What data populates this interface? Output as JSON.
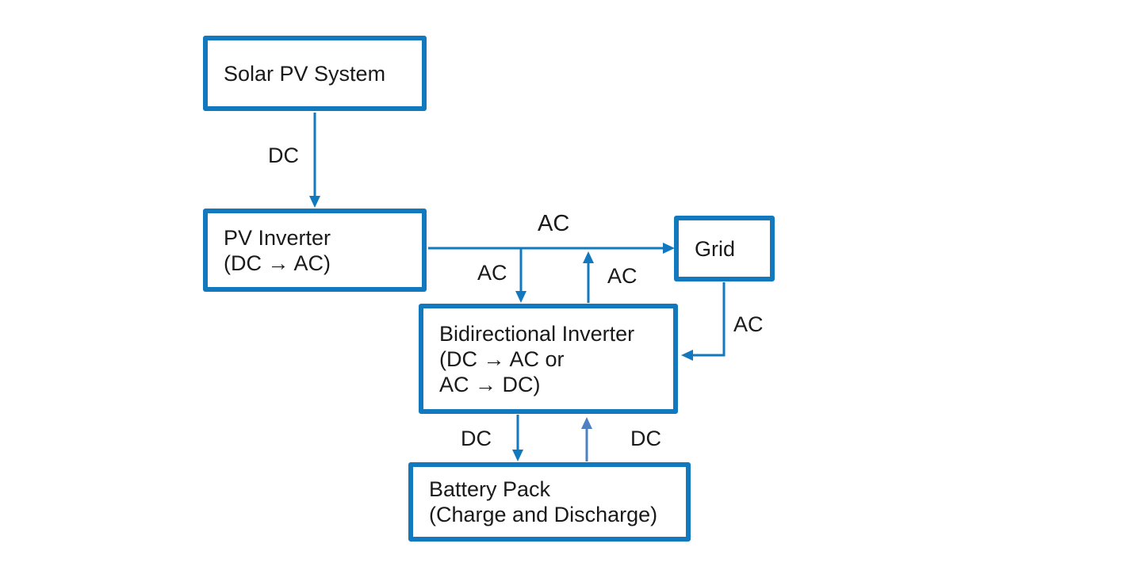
{
  "diagram": {
    "nodes": {
      "solar": {
        "lines": [
          "Solar PV System"
        ]
      },
      "pv_inverter": {
        "lines": [
          "PV Inverter",
          "(DC → AC)"
        ]
      },
      "grid": {
        "lines": [
          "Grid"
        ]
      },
      "bidirectional": {
        "lines": [
          "Bidirectional Inverter",
          "(DC → AC or",
          "AC → DC)"
        ]
      },
      "battery": {
        "lines": [
          "Battery Pack",
          "(Charge and Discharge)"
        ]
      }
    },
    "edge_labels": {
      "dc_solar_to_pv_inverter": "DC",
      "ac_pv_inverter_to_grid": "AC",
      "ac_line_to_bidirectional": "AC",
      "ac_bidirectional_to_line": "AC",
      "ac_grid_to_bidirectional": "AC",
      "dc_bidirectional_to_battery": "DC",
      "dc_battery_to_bidirectional": "DC"
    },
    "colors": {
      "box_border": "#1279BE",
      "connector": "#1279BE",
      "connector_light": "#4E80C2",
      "text": "#1A1A1A",
      "background": "#FFFFFF"
    }
  }
}
